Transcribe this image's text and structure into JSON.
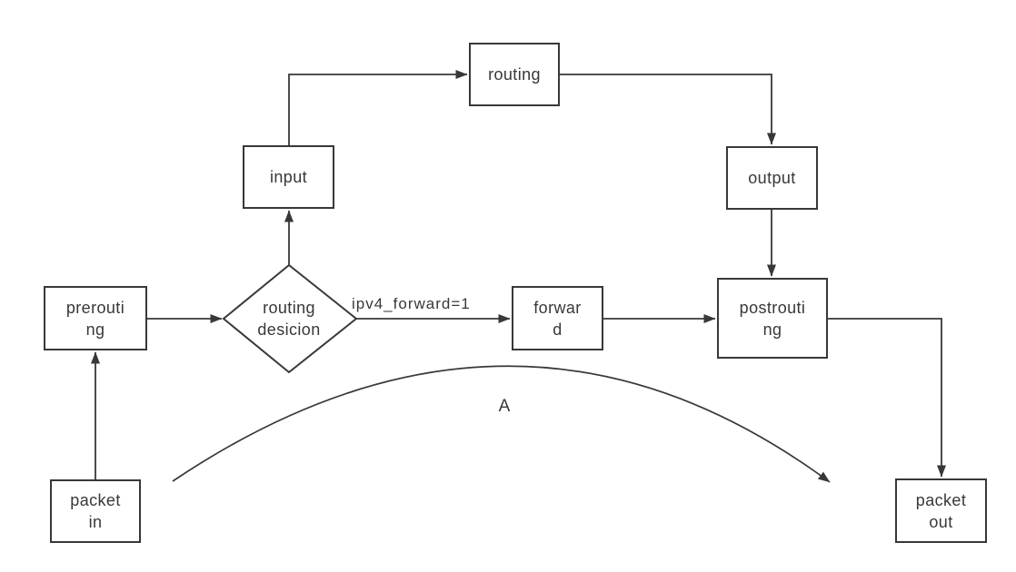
{
  "diagram": {
    "nodes": {
      "packet_in": {
        "lines": [
          "packet",
          "in"
        ]
      },
      "prerouting": {
        "lines": [
          "prerouti",
          "ng"
        ]
      },
      "routing_decision": {
        "lines": [
          "routing",
          "desicion"
        ]
      },
      "input": {
        "lines": [
          "input"
        ]
      },
      "routing": {
        "lines": [
          "routing"
        ]
      },
      "output": {
        "lines": [
          "output"
        ]
      },
      "forward": {
        "lines": [
          "forwar",
          "d"
        ]
      },
      "postrouting": {
        "lines": [
          "postrouti",
          "ng"
        ]
      },
      "packet_out": {
        "lines": [
          "packet",
          "out"
        ]
      }
    },
    "edge_labels": {
      "forward_condition": "ipv4_forward=1",
      "curve_label": "A"
    },
    "colors": {
      "stroke": "#383838",
      "text": "#383838",
      "background": "#ffffff"
    }
  }
}
